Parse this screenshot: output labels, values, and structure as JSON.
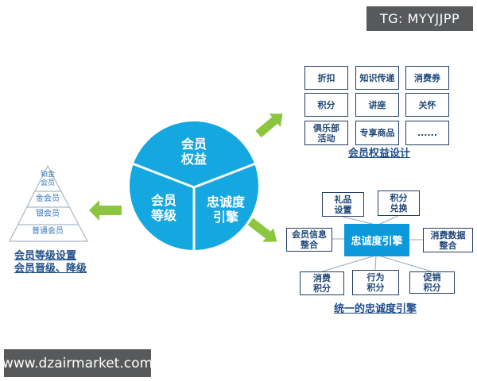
{
  "watermarks": {
    "tg": "TG: MYYJJPP",
    "website": "www.dzairmarket.com"
  },
  "circle": {
    "top": {
      "line1": "会员",
      "line2": "权益"
    },
    "left": {
      "line1": "会员",
      "line2": "等级"
    },
    "right": {
      "line1": "忠诚度",
      "line2": "引擎"
    }
  },
  "pyramid": {
    "levels": [
      {
        "line1": "铂金",
        "line2": "会员"
      },
      {
        "line1": "金会员"
      },
      {
        "line1": "银会员"
      },
      {
        "line1": "普通会员"
      }
    ],
    "caption_line1": "会员等级设置",
    "caption_line2": "会员晋级、降级"
  },
  "benefits": {
    "caption": "会员权益设计",
    "cells": [
      {
        "line1": "折扣"
      },
      {
        "line1": "知识传递"
      },
      {
        "line1": "消费券"
      },
      {
        "line1": "积分"
      },
      {
        "line1": "讲座"
      },
      {
        "line1": "关怀"
      },
      {
        "line1": "俱乐部",
        "line2": "活动"
      },
      {
        "line1": "专享商品"
      },
      {
        "line1": "......"
      }
    ]
  },
  "loyalty": {
    "caption": "统一的忠诚度引擎",
    "center": "忠诚度引擎",
    "gift": {
      "line1": "礼品",
      "line2": "设置"
    },
    "redeem": {
      "line1": "积分",
      "line2": "兑换"
    },
    "member_info": {
      "line1": "会员信息",
      "line2": "整合"
    },
    "consumption_data": {
      "line1": "消费数据",
      "line2": "整合"
    },
    "consumption_points": {
      "line1": "消费",
      "line2": "积分"
    },
    "behavior_points": {
      "line1": "行为",
      "line2": "积分"
    },
    "promo_points": {
      "line1": "促销",
      "line2": "积分"
    }
  },
  "colors": {
    "circle_blue": "#14A7E0",
    "hub_center_blue": "#0B99DC",
    "box_border_navy": "#203E66",
    "box_text_navy": "#1E4677",
    "caption_blue": "#1F4E8C",
    "arrow_green": "#8CC63F",
    "watermark_gray": "#58595B",
    "pyramid_outline": "#A9B9C9",
    "pyramid_text_blue": "#3575BE",
    "connector_gray": "#9AA7B8"
  }
}
